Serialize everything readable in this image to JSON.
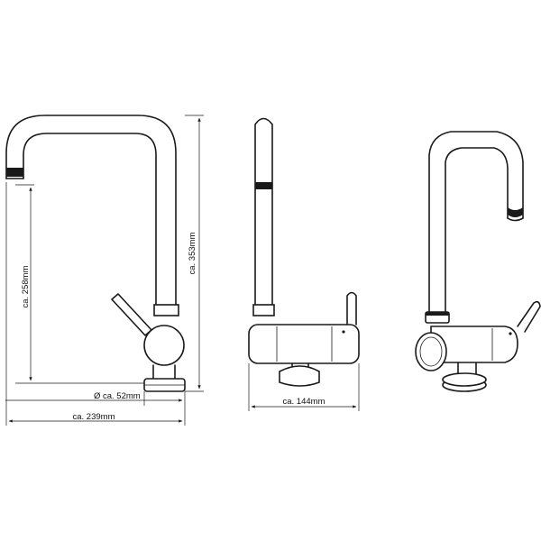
{
  "dimensions": {
    "total_height": "ca. 353mm",
    "spout_height": "ca. 258mm",
    "base_diameter": "ca. 52mm",
    "total_reach": "ca. 239mm",
    "depth": "ca. 144mm"
  },
  "symbols": {
    "diameter": "Ø"
  }
}
